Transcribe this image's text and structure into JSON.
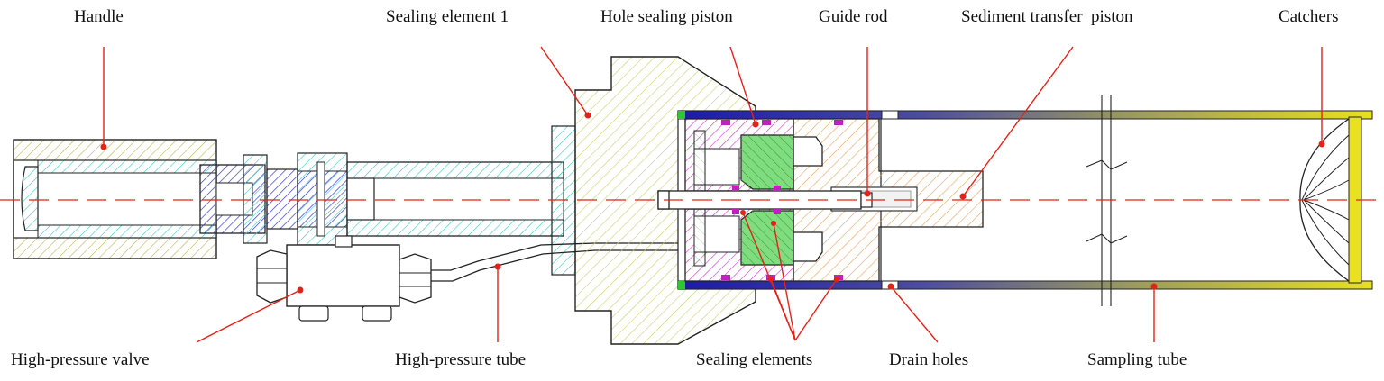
{
  "labels": {
    "handle": "Handle",
    "sealing_element_1": "Sealing element 1",
    "hole_sealing_piston": "Hole sealing piston",
    "guide_rod": "Guide rod",
    "sediment_transfer_piston": "Sediment transfer  piston",
    "catchers": "Catchers",
    "high_pressure_valve": "High-pressure valve",
    "high_pressure_tube": "High-pressure tube",
    "sealing_elements": "Sealing elements",
    "drain_holes": "Drain holes",
    "sampling_tube": "Sampling tube"
  },
  "colors": {
    "leader": "#e2231a",
    "centerline": "#e2231a",
    "outline": "#222222",
    "handle": "#b8b45a",
    "cyan": "#3cc6c8",
    "blue_hatch": "#3a3ac0",
    "flange": "#c9cf72",
    "magenta": "#d23fd2",
    "green": "#55c855",
    "orange": "#e6a35c",
    "tube_dark": "#1a1aa8",
    "tube_light": "#e8e020"
  }
}
